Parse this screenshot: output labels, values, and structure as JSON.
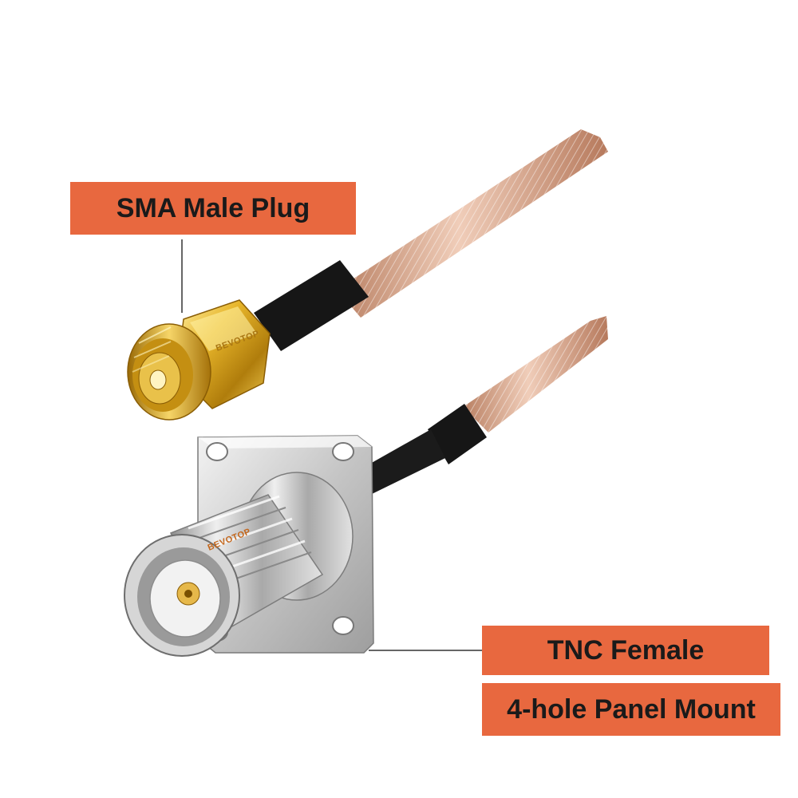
{
  "colors": {
    "label_background": "#e8683f",
    "label_text": "#1a1a1a",
    "cable_jacket": "#d9a58c",
    "cable_braid_highlight": "#f4d9cb",
    "heat_shrink": "#161616",
    "sma_gold": "#d4a017",
    "tnc_nickel": "#c9c9c9",
    "leader_line": "#333333"
  },
  "callouts": {
    "sma": {
      "text": "SMA Male Plug"
    },
    "tnc": {
      "text": "TNC Female"
    },
    "mount": {
      "text": "4-hole Panel Mount"
    }
  },
  "brand_marks": {
    "sma": "BEVOTOP",
    "tnc": "BEVOTOP"
  }
}
